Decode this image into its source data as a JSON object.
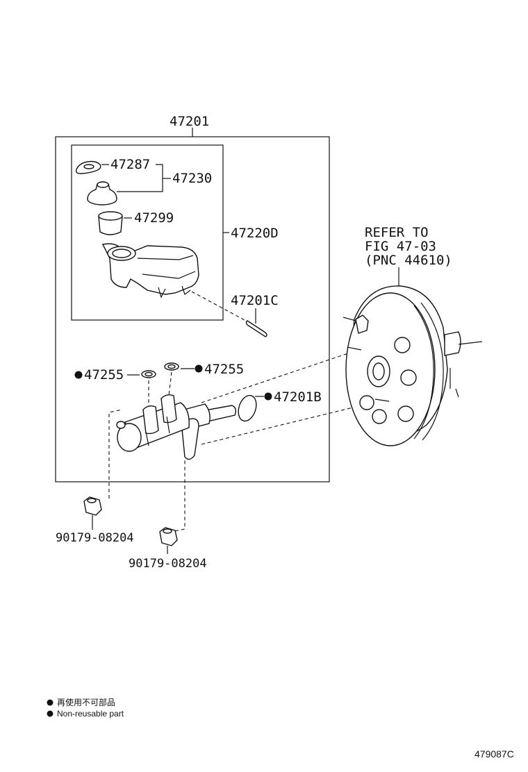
{
  "callouts": {
    "assembly": "47201",
    "gasket": "47287",
    "cap_group": "47230",
    "strainer": "47299",
    "reservoir_sub": "47220D",
    "pin": "47201C",
    "grommet_left": "47255",
    "grommet_right": "47255",
    "o_ring": "47201B",
    "nut_left": "90179-08204",
    "nut_right": "90179-08204"
  },
  "refer": {
    "line1": "REFER TO",
    "line2": "FIG 47-03",
    "line3": "(PNC 44610)"
  },
  "legend": {
    "line_jp": "再使用不可部品",
    "line_en": "Non-reusable part"
  },
  "figure_code": "479087C"
}
